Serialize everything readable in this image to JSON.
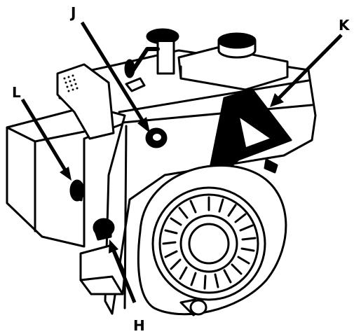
{
  "callouts": {
    "j": "J",
    "k": "K",
    "l": "L",
    "h": "H"
  },
  "components": {
    "engine": "engine-body",
    "fuel_cap": "fuel-cap",
    "carry_handle": "carry-handle",
    "primer_button": "primer-button",
    "choke_knob": "choke-knob",
    "muffler_guard": "muffler-guard",
    "recoil_starter": "recoil-starter",
    "drain_plug": "drain-plug"
  },
  "colors": {
    "ink": "#000000",
    "paper": "#ffffff"
  }
}
